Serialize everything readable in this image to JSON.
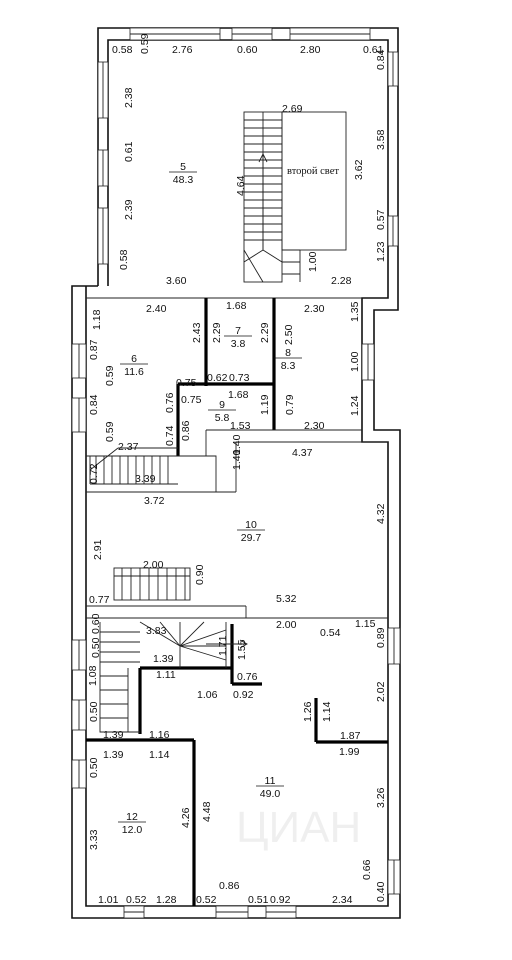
{
  "plan": {
    "note": "второй свет",
    "watermark": "ЦИАН",
    "rooms": [
      {
        "number": "5",
        "area": "48.3"
      },
      {
        "number": "6",
        "area": "11.6"
      },
      {
        "number": "7",
        "area": "3.8"
      },
      {
        "number": "8",
        "area": "8.3"
      },
      {
        "number": "9",
        "area": "5.8"
      },
      {
        "number": "10",
        "area": "29.7"
      },
      {
        "number": "11",
        "area": "49.0"
      },
      {
        "number": "12",
        "area": "12.0"
      }
    ],
    "dimensions": [
      "0.58",
      "0.59",
      "2.76",
      "0.60",
      "2.80",
      "0.61",
      "0.84",
      "2.69",
      "3.58",
      "2.38",
      "0.61",
      "4.64",
      "3.62",
      "2.39",
      "0.57",
      "0.58",
      "3.60",
      "1.00",
      "2.28",
      "1.23",
      "2.40",
      "1.68",
      "2.30",
      "1.18",
      "2.43",
      "2.29",
      "2.29",
      "1.35",
      "2.50",
      "0.87",
      "0.59",
      "1.00",
      "0.75",
      "0.62",
      "0.73",
      "0.84",
      "0.75",
      "0.76",
      "1.68",
      "0.79",
      "1.24",
      "1.19",
      "0.59",
      "0.74",
      "0.86",
      "1.53",
      "2.30",
      "2.37",
      "1.40",
      "3.39",
      "0.72",
      "1.40",
      "4.37",
      "3.72",
      "4.32",
      "2.91",
      "2.00",
      "0.90",
      "0.77",
      "5.32",
      "0.60",
      "3.83",
      "2.00",
      "0.54",
      "1.15",
      "0.50",
      "1.71",
      "1.55",
      "0.89",
      "1.39",
      "1.11",
      "0.76",
      "1.08",
      "1.06",
      "0.92",
      "2.02",
      "1.26",
      "1.14",
      "0.50",
      "1.39",
      "1.16",
      "1.87",
      "1.39",
      "1.14",
      "1.99",
      "0.50",
      "3.26",
      "4.48",
      "4.26",
      "3.33",
      "0.66",
      "0.86",
      "0.40",
      "1.01",
      "0.52",
      "1.28",
      "0.52",
      "0.51",
      "0.92",
      "2.34"
    ]
  }
}
